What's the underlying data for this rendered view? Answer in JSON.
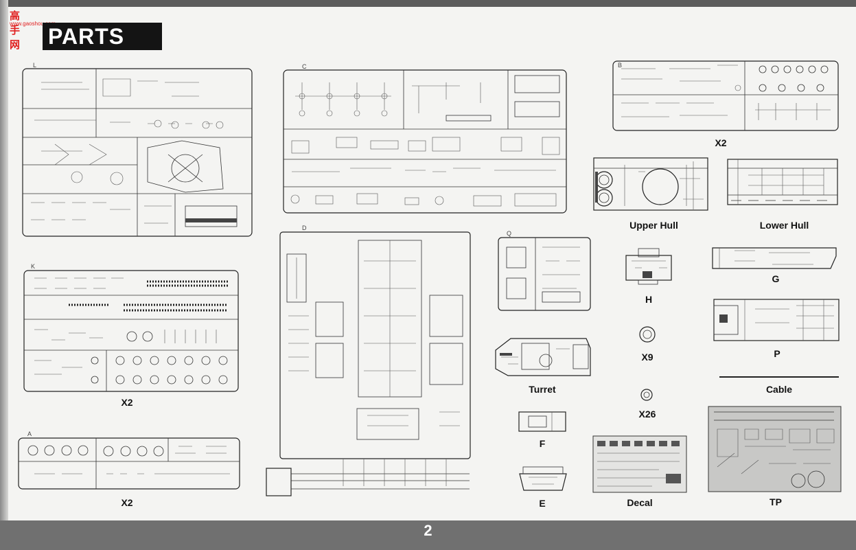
{
  "watermark": {
    "logo": "高手网",
    "url": "www.gaoshou.com"
  },
  "header": {
    "title": "PARTS"
  },
  "sprues": {
    "L": {
      "letter": "L"
    },
    "C": {
      "letter": "C"
    },
    "K": {
      "letter": "K",
      "qty": "X2"
    },
    "A": {
      "letter": "A",
      "qty": "X2"
    },
    "D": {
      "letter": "D"
    },
    "B": {
      "letter": "B",
      "qty": "X2"
    },
    "Q": {
      "letter": "Q"
    }
  },
  "components": {
    "upper_hull": "Upper Hull",
    "lower_hull": "Lower Hull",
    "h": "H",
    "g": "G",
    "x9": "X9",
    "p": "P",
    "turret": "Turret",
    "x26": "X26",
    "cable": "Cable",
    "f": "F",
    "e": "E",
    "decal": "Decal",
    "tp": "TP"
  },
  "footer": {
    "page_number": "2"
  }
}
